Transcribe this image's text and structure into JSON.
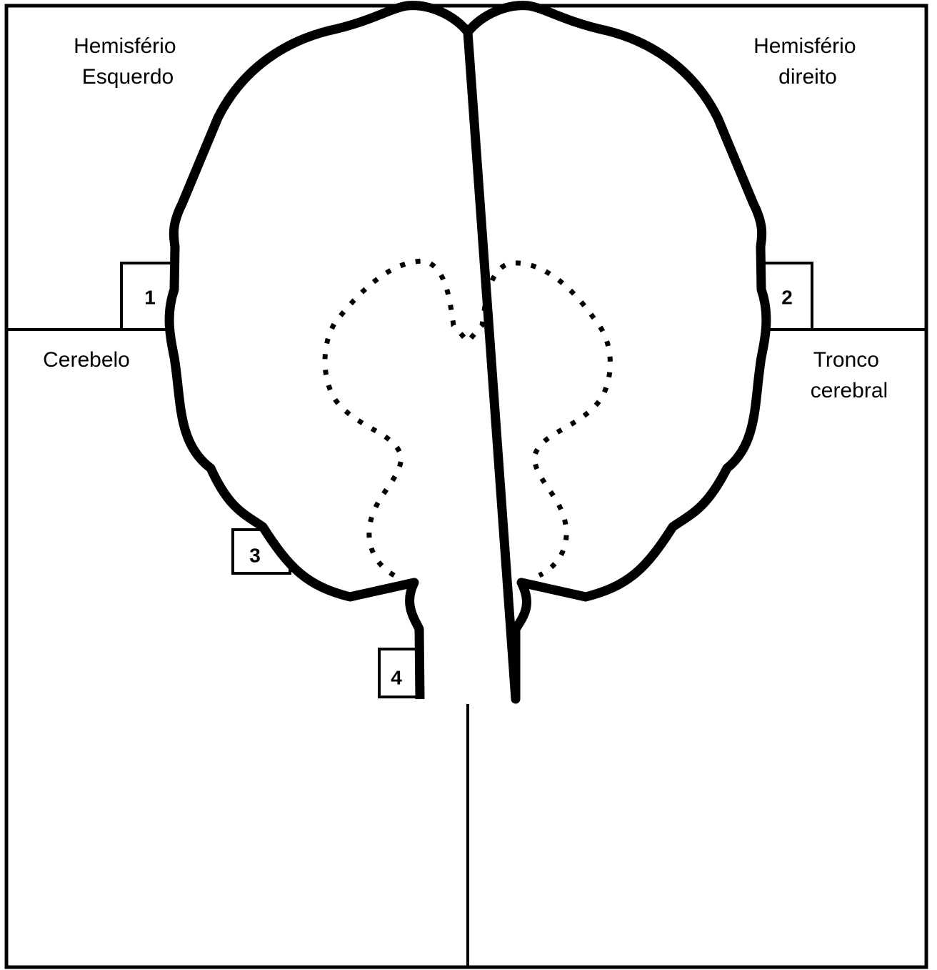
{
  "diagram": {
    "labels": {
      "left_hemisphere": [
        "Hemisfério",
        "Esquerdo"
      ],
      "right_hemisphere": [
        "Hemisfério",
        "direito"
      ],
      "cerebellum": [
        "Cerebelo"
      ],
      "brainstem": [
        "Tronco",
        "cerebral"
      ]
    },
    "markers": [
      "1",
      "2",
      "3",
      "4"
    ],
    "colors": {
      "stroke": "#000000",
      "background": "#ffffff"
    }
  }
}
